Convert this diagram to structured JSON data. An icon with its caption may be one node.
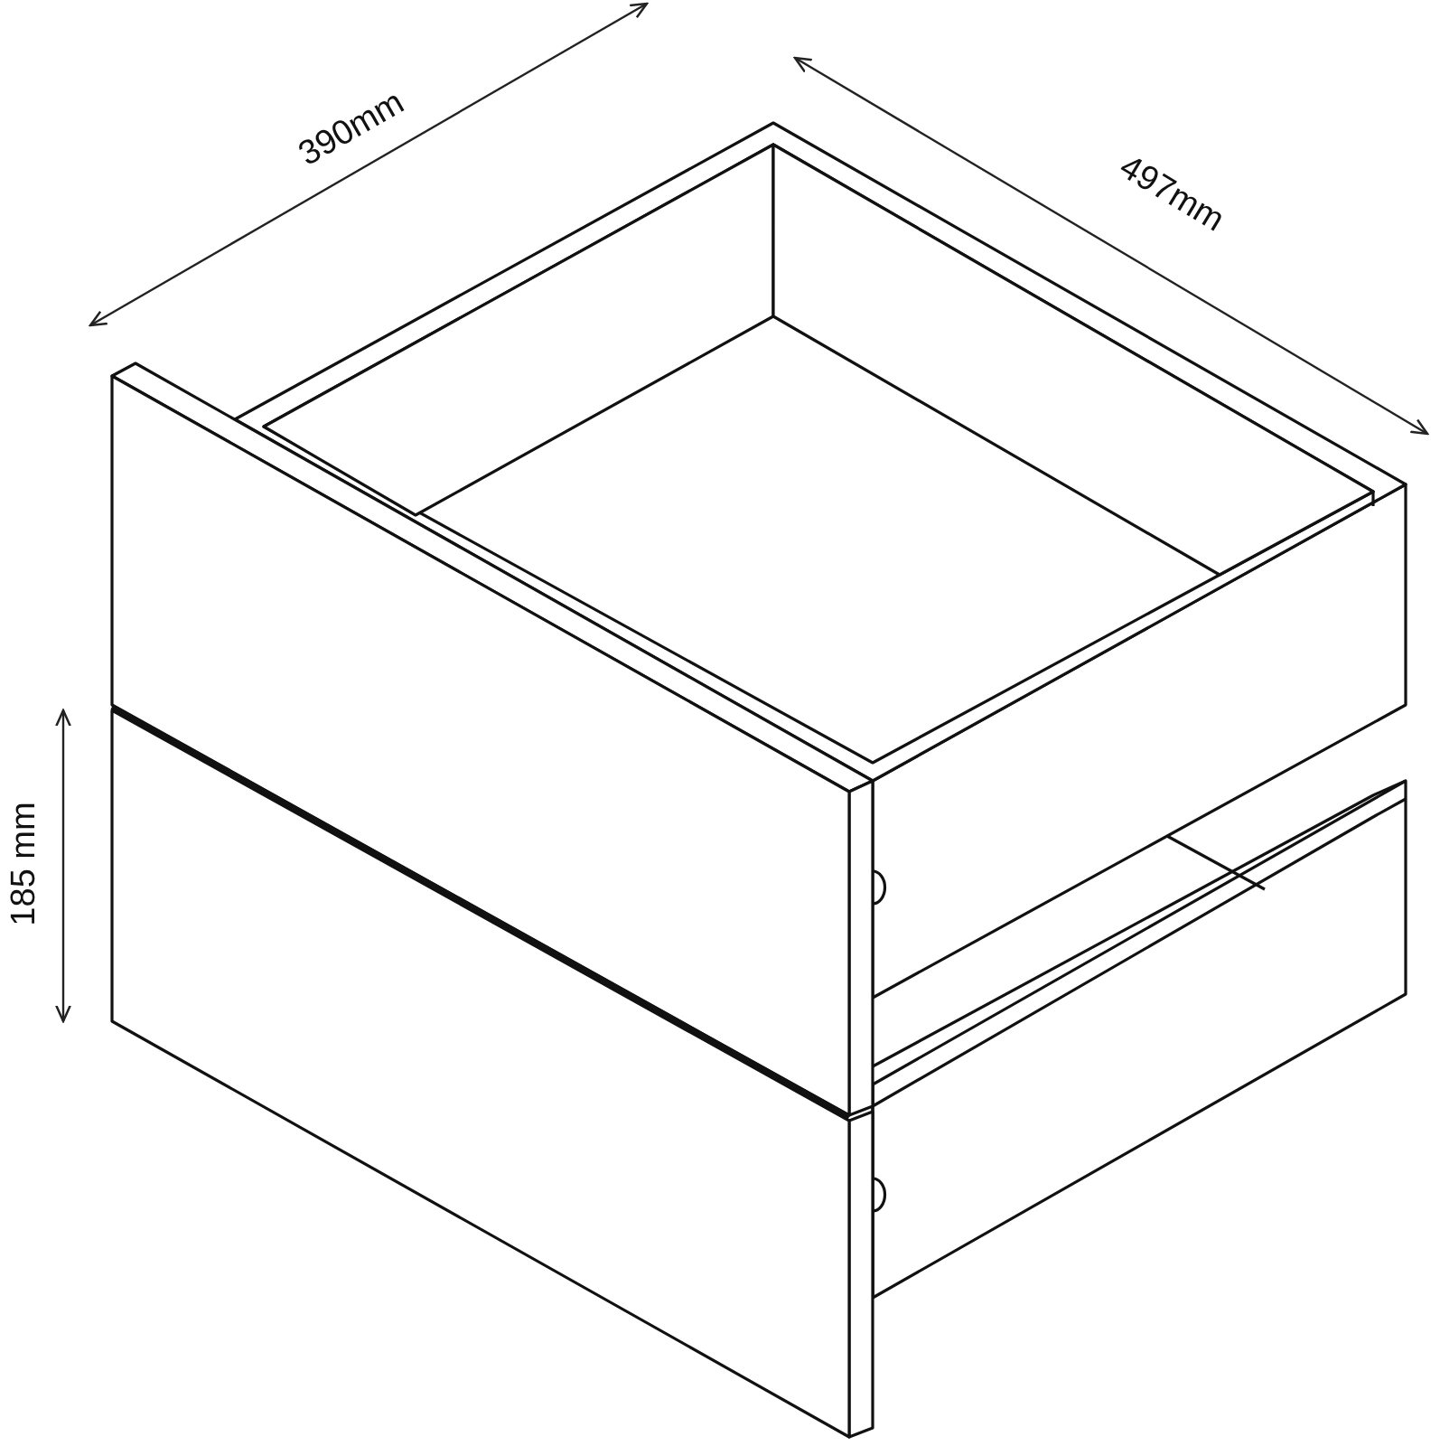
{
  "diagram": {
    "labels": [
      "390mm",
      "497mm",
      "185 mm"
    ]
  }
}
